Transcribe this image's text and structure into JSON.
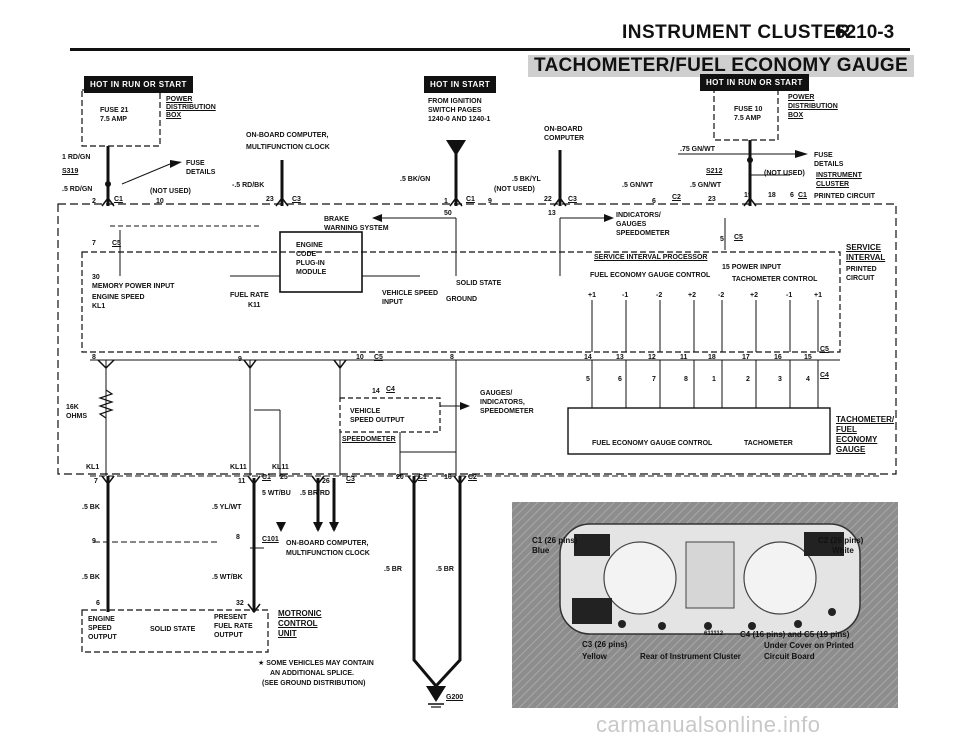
{
  "header": {
    "title": "INSTRUMENT CLUSTER",
    "page_number": "6210-3",
    "section_title": "TACHOMETER/FUEL ECONOMY GAUGE"
  },
  "tags": {
    "left": "HOT IN RUN OR START",
    "center": "HOT IN START",
    "right": "HOT IN RUN OR START"
  },
  "labels": {
    "fuse21": "FUSE 21",
    "fuse21_amp": "7.5 AMP",
    "power_dist_l1": "POWER",
    "power_dist_l2": "DISTRIBUTION",
    "power_dist_l3": "BOX",
    "obc_top_l1": "ON-BOARD COMPUTER,",
    "obc_top_l2": "MULTIFUNCTION CLOCK",
    "from_ign_l1": "FROM IGNITION",
    "from_ign_l2": "SWITCH PAGES",
    "from_ign_l3": "1240-0 AND 1240-1",
    "onboard_l1": "ON-BOARD",
    "onboard_l2": "COMPUTER",
    "fuse10": "FUSE 10",
    "fuse10_amp": "7.5 AMP",
    "power_dist_r1": "POWER",
    "power_dist_r2": "DISTRIBUTION",
    "power_dist_r3": "BOX",
    "wire_1rdgn": "1 RD/GN",
    "s319": "S319",
    "fuse_details_l1": "FUSE",
    "fuse_details_l2": "DETAILS",
    "wire_5rdgn": ".5 RD/GN",
    "not_used_l": "(NOT USED)",
    "wire_5rdbk": "-.5 RD/BK",
    "wire_5bkgn": ".5 BK/GN",
    "wire_5bkyl": ".5 BK/YL",
    "not_used_c": "(NOT USED)",
    "wire_75gnwt": ".75 GN/WT",
    "s212": "S212",
    "not_used_r": "(NOT USED)",
    "wire_5gnwt_a": ".5 GN/WT",
    "wire_5gnwt_b": ".5 GN/WT",
    "fuse_details_r1": "FUSE",
    "fuse_details_r2": "DETAILS",
    "inst_cluster_l1": "INSTRUMENT",
    "inst_cluster_l2": "CLUSTER",
    "printed_circuit": "PRINTED CIRCUIT",
    "pin_2": "2",
    "c1_a": "C1",
    "pin_10": "10",
    "pin_23": "23",
    "c3_a": "C3",
    "pin_1": "1",
    "c1_b": "C1",
    "pin_9": "9",
    "pin_22": "22",
    "c3_b": "C3",
    "pin_6": "6",
    "c2_a": "C2",
    "pin_23b": "23",
    "pin_19": "19",
    "pin_18": "18",
    "pin_6b": "6",
    "c1_c": "C1",
    "brake_l1": "BRAKE",
    "brake_l2": "WARNING SYSTEM",
    "pin_50": "50",
    "pin_13": "13",
    "indicators_l1": "INDICATORS/",
    "indicators_l2": "GAUGES",
    "indicators_l3": "SPEEDOMETER",
    "pin_7": "7",
    "c5_a": "C5",
    "ecp_l1": "ENGINE",
    "ecp_l2": "CODE",
    "ecp_l3": "PLUG-IN",
    "ecp_l4": "MODULE",
    "pin_5": "5",
    "c5_b": "C5",
    "sip": "SERVICE INTERVAL PROCESSOR",
    "service_l1": "SERVICE",
    "service_l2": "INTERVAL",
    "service_l3": "PRINTED",
    "service_l4": "CIRCUIT",
    "pin_30": "30",
    "mem_power": "MEMORY POWER INPUT",
    "eng_speed": "ENGINE SPEED",
    "kl1": "KL1",
    "fuel_rate": "FUEL RATE",
    "k11": "K11",
    "solid_state": "SOLID STATE",
    "veh_speed_l1": "VEHICLE SPEED",
    "veh_speed_l2": "INPUT",
    "ground": "GROUND",
    "fegc_top": "FUEL ECONOMY GAUGE CONTROL",
    "power_input_l1": "15 POWER INPUT",
    "power_input_l2": "TACHOMETER CONTROL",
    "pol_p1": "+1",
    "pol_m1": "-1",
    "pol_m2": "-2",
    "pol_p2": "+2",
    "pol_m2b": "-2",
    "pol_p2b": "+2",
    "pol_m1b": "-1",
    "pol_p1b": "+1",
    "pin_8": "8",
    "pin_9b": "9",
    "pin_10b": "10",
    "c5_c": "C5",
    "pin_8b": "8",
    "pin_14": "14",
    "pin_13b": "13",
    "pin_12": "12",
    "pin_11": "11",
    "pin_18b": "18",
    "pin_17": "17",
    "pin_16": "16",
    "pin_15": "15",
    "c5_d": "C5",
    "pin_5b": "5",
    "pin_6c": "6",
    "pin_7b": "7",
    "pin_8c": "8",
    "pin_1b": "1",
    "pin_2b": "2",
    "pin_3": "3",
    "pin_4": "4",
    "c4_a": "C4",
    "ohms_l1": "16K",
    "ohms_l2": "OHMS",
    "pin_14b": "14",
    "c4_b": "C4",
    "vso_l1": "VEHICLE",
    "vso_l2": "SPEED OUTPUT",
    "speedometer": "SPEEDOMETER",
    "gauges_l1": "GAUGES/",
    "gauges_l2": "INDICATORS,",
    "gauges_l3": "SPEEDOMETER",
    "fegc_bot": "FUEL ECONOMY GAUGE CONTROL",
    "tachometer": "TACHOMETER",
    "tfeg_l1": "TACHOMETER/",
    "tfeg_l2": "FUEL",
    "tfeg_l3": "ECONOMY",
    "tfeg_l4": "GAUGE",
    "kl1_b": "KL1",
    "kl11_a": "KL11",
    "kl11_b": "KL11",
    "pin_7c": "7",
    "pin_11b": "11",
    "c1_d": "C1",
    "pin_25": "25",
    "pin_26": "26",
    "c3_c": "C3",
    "pin_20": "20",
    "c1_e": "C1",
    "pin_16b": "16",
    "c2_b": "C2",
    "wire_5bk_a": ".5 BK",
    "wire_5ylwt": ".5 YL/WT",
    "wire_5wtbu": "5 WT/BU",
    "wire_5brrd": ".5 BR/RD",
    "pin_9c": "9",
    "pin_8d": "8",
    "c101": "C101",
    "obc_bot_l1": "ON-BOARD COMPUTER,",
    "obc_bot_l2": "MULTIFUNCTION CLOCK",
    "wire_5bk_b": ".5 BK",
    "wire_5wtbk": ".5 WT/BK",
    "wire_5br_a": ".5 BR",
    "wire_5br_b": ".5 BR",
    "pin_6d": "6",
    "pin_32": "32",
    "engine_l1": "ENGINE",
    "engine_l2": "SPEED",
    "engine_l3": "OUTPUT",
    "solid_state_b": "SOLID STATE",
    "present_l1": "PRESENT",
    "present_l2": "FUEL RATE",
    "present_l3": "OUTPUT",
    "motronic_l1": "MOTRONIC",
    "motronic_l2": "CONTROL",
    "motronic_l3": "UNIT",
    "note_l1": "★ SOME VEHICLES MAY CONTAIN",
    "note_l2": "AN ADDITIONAL SPLICE.",
    "note_l3": "(SEE GROUND DISTRIBUTION)",
    "g200": "G200",
    "photo_c1": "C1 (26 pins)",
    "photo_c1b": "Blue",
    "photo_c2": "C2 (26 pins)",
    "photo_c2b": "White",
    "photo_c3": "C3 (26 pins)",
    "photo_c3b": "Yellow",
    "photo_rear": "Rear of Instrument Cluster",
    "photo_code": "611112",
    "photo_c4_l1": "C4 (16 pins) and C5 (19 pins)",
    "photo_c4_l2": "Under Cover on Printed",
    "photo_c4_l3": "Circuit Board"
  },
  "watermark": "carmanualsonline.info",
  "colors": {
    "ink": "#111111",
    "tag_bg": "#111111",
    "photo_bg": "#8d8d8d",
    "title_band": "#cfcfcf"
  }
}
